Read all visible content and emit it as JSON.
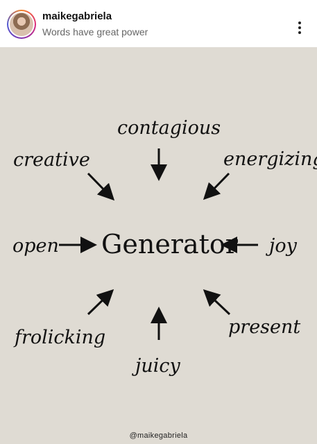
{
  "header": {
    "username": "maikegabriela",
    "subtitle": "Words have great power"
  },
  "post": {
    "center_word": "Generator",
    "words": {
      "contagious": "contagious",
      "creative": "creative",
      "energizing": "energizing",
      "open": "open",
      "joy": "joy",
      "frolicking": "frolicking",
      "present": "present",
      "juicy": "juicy"
    },
    "handle": "@maikegabriela"
  },
  "colors": {
    "background": "#dfdbd3",
    "text": "#111111"
  },
  "icons": {
    "menu": "more-vertical-icon",
    "arrow": "arrow-icon"
  }
}
